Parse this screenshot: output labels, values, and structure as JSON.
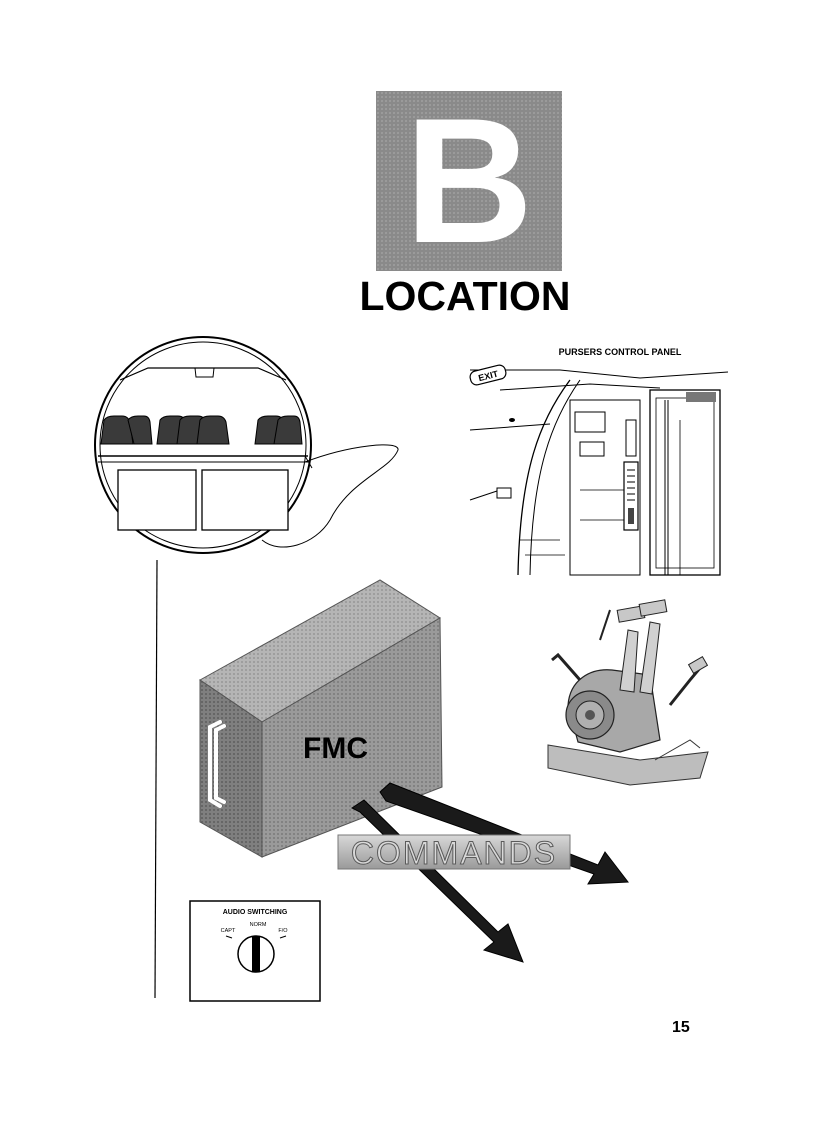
{
  "chapter": {
    "letter": "B",
    "title": "LOCATION"
  },
  "labels": {
    "pursers_panel": "PURSERS CONTROL PANEL",
    "exit_sign": "EXIT",
    "fmc": "FMC",
    "commands": "COMMANDS",
    "audio_switching": "AUDIO SWITCHING",
    "audio_capt": "CAPT",
    "audio_norm": "NORM",
    "audio_fo": "F/O"
  },
  "page": {
    "number": "15"
  }
}
